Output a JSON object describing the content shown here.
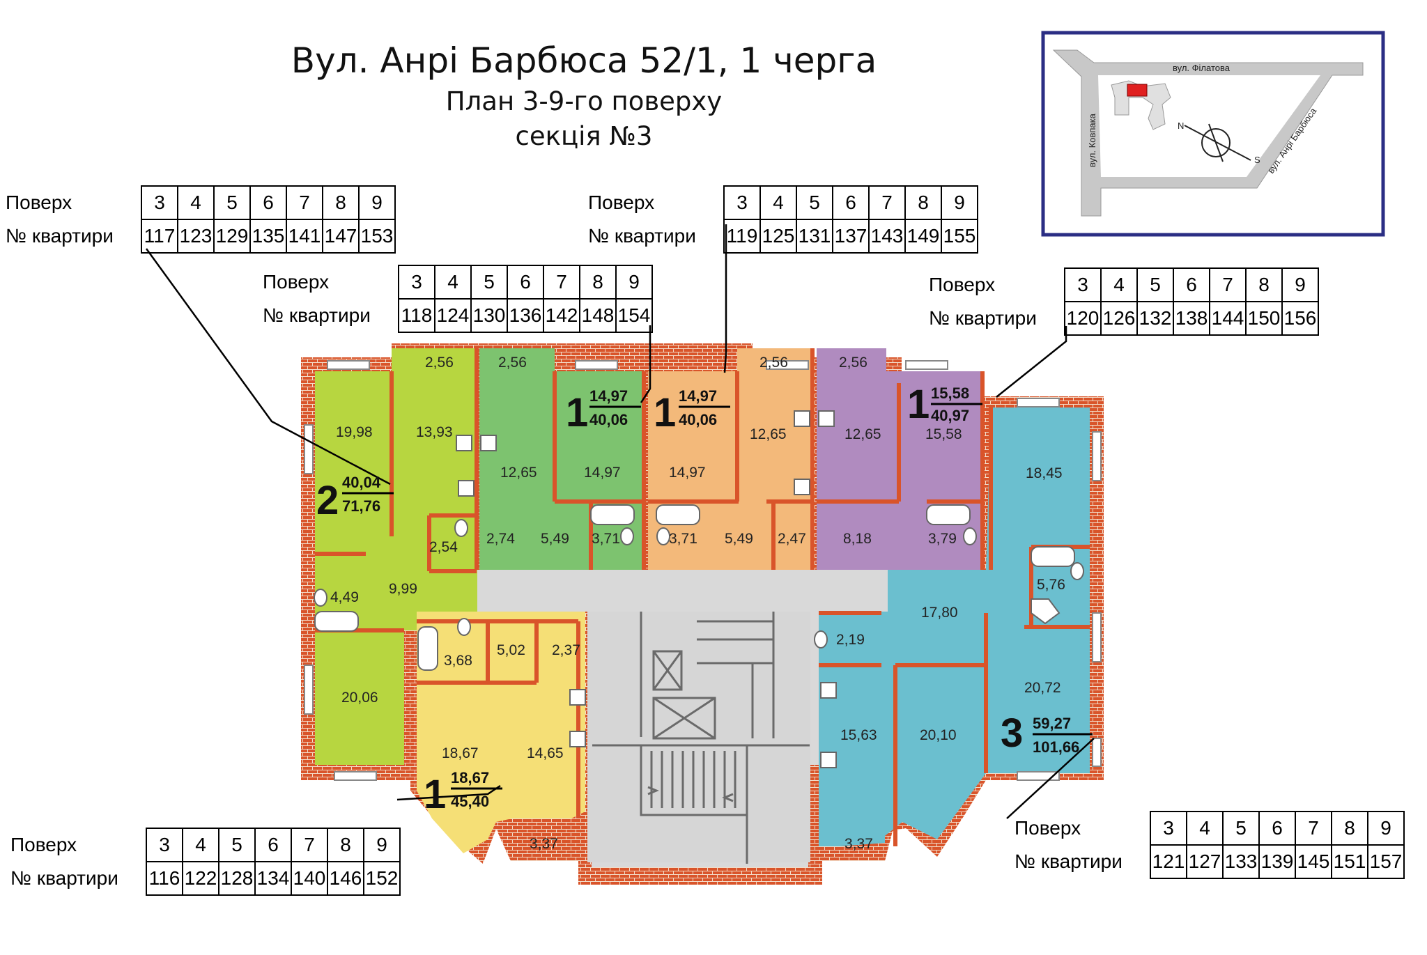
{
  "header": {
    "title": "Вул. Анрі Барбюса 52/1, 1 черга",
    "subtitle": "План 3-9-го поверху",
    "section": "секція №3"
  },
  "floor_label": "Поверх",
  "apt_label": "№ квартири",
  "floors": [
    "3",
    "4",
    "5",
    "6",
    "7",
    "8",
    "9"
  ],
  "tables": [
    {
      "id": "t117",
      "apartments": [
        "117",
        "123",
        "129",
        "135",
        "141",
        "147",
        "153"
      ]
    },
    {
      "id": "t118",
      "apartments": [
        "118",
        "124",
        "130",
        "136",
        "142",
        "148",
        "154"
      ]
    },
    {
      "id": "t119",
      "apartments": [
        "119",
        "125",
        "131",
        "137",
        "143",
        "149",
        "155"
      ]
    },
    {
      "id": "t120",
      "apartments": [
        "120",
        "126",
        "132",
        "138",
        "144",
        "150",
        "156"
      ]
    },
    {
      "id": "t116",
      "apartments": [
        "116",
        "122",
        "128",
        "134",
        "140",
        "146",
        "152"
      ]
    },
    {
      "id": "t121",
      "apartments": [
        "121",
        "127",
        "133",
        "139",
        "145",
        "151",
        "157"
      ]
    }
  ],
  "location_map": {
    "street_filatova": "вул. Філатова",
    "street_kovpaka": "вул. Ковпака",
    "street_barbyusa": "вул. Анрі Барбюса",
    "north": "N",
    "south": "S"
  },
  "colors": {
    "brick": "#d9542a",
    "lime": "#b7d640",
    "green": "#7dc36f",
    "orange": "#f3b97a",
    "purple": "#b08bbf",
    "blue": "#6bbfcf",
    "yellow": "#f5df76",
    "corridor": "#d9d9d9"
  },
  "apartments": [
    {
      "rooms": "2",
      "living": "40,04",
      "total": "71,76"
    },
    {
      "rooms": "1",
      "living": "14,97",
      "total": "40,06"
    },
    {
      "rooms": "1",
      "living": "14,97",
      "total": "40,06"
    },
    {
      "rooms": "1",
      "living": "15,58",
      "total": "40,97"
    },
    {
      "rooms": "3",
      "living": "59,27",
      "total": "101,66"
    },
    {
      "rooms": "1",
      "living": "18,67",
      "total": "45,40"
    }
  ],
  "room_areas": [
    "2,56",
    "2,56",
    "2,56",
    "2,56",
    "19,98",
    "13,93",
    "12,65",
    "14,97",
    "14,97",
    "12,65",
    "12,65",
    "15,58",
    "18,45",
    "2,74",
    "5,49",
    "3,71",
    "3,71",
    "5,49",
    "2,47",
    "8,18",
    "3,79",
    "2,54",
    "4,49",
    "9,99",
    "5,76",
    "17,80",
    "3,68",
    "5,02",
    "2,37",
    "2,19",
    "20,72",
    "20,06",
    "15,63",
    "20,10",
    "18,67",
    "14,65",
    "3,37",
    "3,37"
  ]
}
